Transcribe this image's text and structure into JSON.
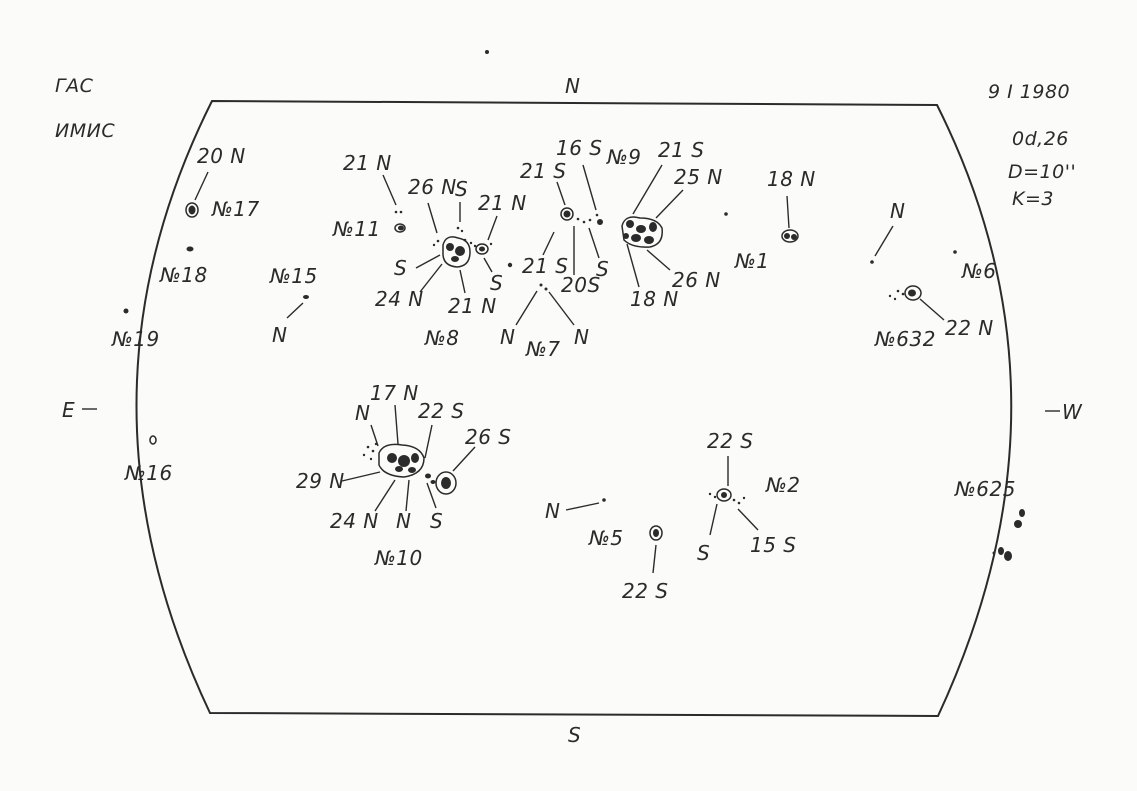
{
  "header": {
    "observatory_1": "ГАС",
    "observatory_2": "ИМИС",
    "date": "9 I 1980",
    "time": "0d,26",
    "diameter": "D=10''",
    "quality": "K=3"
  },
  "directions": {
    "north": "N",
    "south": "S",
    "east": "E",
    "west": "W"
  },
  "groups": {
    "g17": {
      "number": "№17",
      "polarity": "20 N"
    },
    "g18": {
      "number": "№18"
    },
    "g19": {
      "number": "№19"
    },
    "g15": {
      "number": "№15",
      "polarity": "N"
    },
    "g16": {
      "number": "№16"
    },
    "g11": {
      "number": "№11",
      "polarity": "21 N"
    },
    "g8": {
      "number": "№8",
      "labels": [
        "26 N",
        "S",
        "21 N",
        "S",
        "24 N",
        "21 N",
        "S"
      ]
    },
    "g7": {
      "number": "№7",
      "labels": [
        "21 S",
        "N",
        "N"
      ]
    },
    "g9": {
      "number": "№9",
      "labels": [
        "16 S",
        "21 S",
        "21 S",
        "25 N",
        "20S",
        "S",
        "18 N",
        "26 N"
      ]
    },
    "g1": {
      "number": "№1",
      "polarity": "18 N"
    },
    "g6": {
      "number": "№6",
      "polarity": "N"
    },
    "g632": {
      "number": "№632",
      "polarity": "22 N"
    },
    "g10": {
      "number": "№10",
      "labels": [
        "17 N",
        "N",
        "22 S",
        "26 S",
        "29 N",
        "24 N",
        "N",
        "S"
      ]
    },
    "g5": {
      "number": "№5",
      "labels": [
        "N",
        "22 S"
      ]
    },
    "g2": {
      "number": "№2",
      "labels": [
        "22 S",
        "S",
        "15 S"
      ]
    },
    "g625": {
      "number": "№625"
    }
  }
}
